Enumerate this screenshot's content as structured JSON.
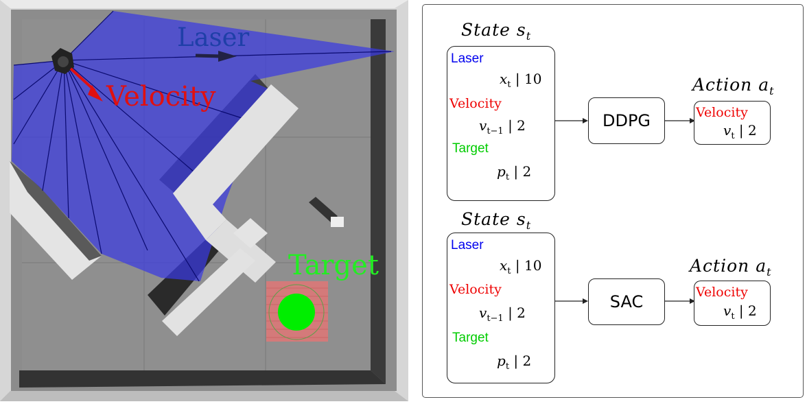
{
  "scene": {
    "labels": {
      "laser": "Laser",
      "velocity": "Velocity",
      "target": "Target"
    },
    "colors": {
      "laser": "#1f3fa8",
      "velocity": "#e01010",
      "target": "#22ee22",
      "laser_fill": "#3a3ae0",
      "floor": "#8c8c8c",
      "wall": "#e2e2e2",
      "dark_wall": "#3a3a3a"
    }
  },
  "diagram": {
    "top": {
      "state_heading": "State",
      "state_symbol": "s",
      "state_sub": "t",
      "inputs": [
        {
          "label": "Laser",
          "var": "x",
          "sub": "t",
          "dim": "10",
          "color": "#0000ee"
        },
        {
          "label": "Velocity",
          "var": "v",
          "sub": "t−1",
          "dim": "2",
          "color": "#ee0000"
        },
        {
          "label": "Target",
          "var": "p",
          "sub": "t",
          "dim": "2",
          "color": "#00cc00"
        }
      ],
      "algorithm": "DDPG",
      "action_heading": "Action",
      "action_symbol": "a",
      "action_sub": "t",
      "output": {
        "label": "Velocity",
        "var": "v",
        "sub": "t",
        "dim": "2",
        "color": "#ee0000"
      }
    },
    "bottom": {
      "state_heading": "State",
      "state_symbol": "s",
      "state_sub": "t",
      "inputs": [
        {
          "label": "Laser",
          "var": "x",
          "sub": "t",
          "dim": "10",
          "color": "#0000ee"
        },
        {
          "label": "Velocity",
          "var": "v",
          "sub": "t−1",
          "dim": "2",
          "color": "#ee0000"
        },
        {
          "label": "Target",
          "var": "p",
          "sub": "t",
          "dim": "2",
          "color": "#00cc00"
        }
      ],
      "algorithm": "SAC",
      "action_heading": "Action",
      "action_symbol": "a",
      "action_sub": "t",
      "output": {
        "label": "Velocity",
        "var": "v",
        "sub": "t",
        "dim": "2",
        "color": "#ee0000"
      }
    },
    "separator": "|"
  }
}
